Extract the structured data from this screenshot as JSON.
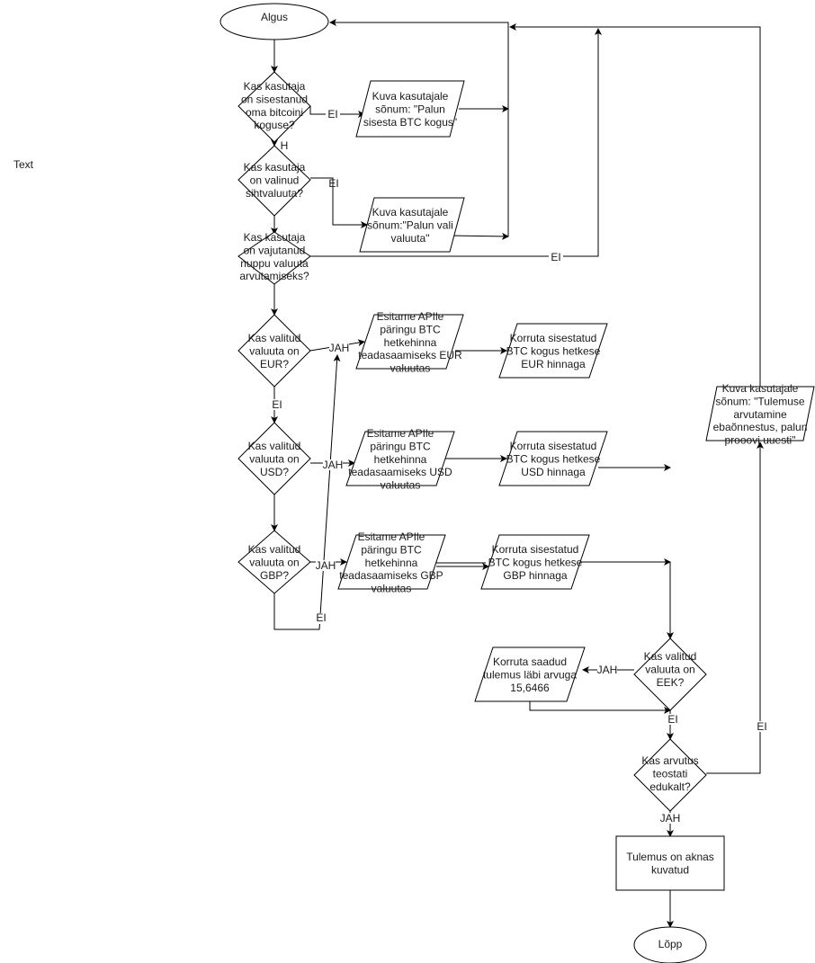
{
  "free_text": "Text",
  "nodes": {
    "start": {
      "lines": [
        "Algus"
      ]
    },
    "d_amount": {
      "lines": [
        "Kas kasutaja",
        "on sisestanud",
        "oma bitcoini",
        "koguse?"
      ]
    },
    "p_amount_msg": {
      "lines": [
        "Kuva kasutajale",
        "sõnum: \"Palun",
        "sisesta BTC kogus\""
      ]
    },
    "d_currency": {
      "lines": [
        "Kas kasutaja",
        "on valinud",
        "sihtvaluuta?"
      ]
    },
    "p_currency_msg": {
      "lines": [
        "Kuva kasutajale",
        "sõnum:\"Palun vali",
        "valuuta\""
      ]
    },
    "d_button": {
      "lines": [
        "Kas kasutaja",
        "on vajutanud",
        "nuppu valuuta",
        "arvutamiseks?"
      ]
    },
    "d_eur": {
      "lines": [
        "Kas valitud",
        "valuuta on",
        "EUR?"
      ]
    },
    "p_api_eur": {
      "lines": [
        "Esitame APIle",
        "päringu BTC",
        "hetkehinna",
        "teadasaamiseks EUR",
        "valuutas"
      ]
    },
    "p_mul_eur": {
      "lines": [
        "Korruta sisestatud",
        "BTC kogus hetkese",
        "EUR hinnaga"
      ]
    },
    "d_usd": {
      "lines": [
        "Kas valitud",
        "valuuta on",
        "USD?"
      ]
    },
    "p_api_usd": {
      "lines": [
        "Esitame APIle",
        "päringu BTC",
        "hetkehinna",
        "teadasaamiseks USD",
        "valuutas"
      ]
    },
    "p_mul_usd": {
      "lines": [
        "Korruta sisestatud",
        "BTC kogus hetkese",
        "USD hinnaga"
      ]
    },
    "d_gbp": {
      "lines": [
        "Kas valitud",
        "valuuta on",
        "GBP?"
      ]
    },
    "p_api_gbp": {
      "lines": [
        "Esitame APIle",
        "päringu BTC",
        "hetkehinna",
        "teadasaamiseks GBP",
        "valuutas"
      ]
    },
    "p_mul_gbp": {
      "lines": [
        "Korruta sisestatud",
        "BTC kogus hetkese",
        "GBP hinnaga"
      ]
    },
    "d_eek": {
      "lines": [
        "Kas valitud",
        "valuuta on",
        "EEK?"
      ]
    },
    "p_eek": {
      "lines": [
        "Korruta saadud",
        "tulemus läbi arvuga",
        "15,6466"
      ]
    },
    "d_success": {
      "lines": [
        "Kas arvutus",
        "teostati",
        "edukalt?"
      ]
    },
    "p_fail_msg": {
      "lines": [
        "Kuva kasutajale",
        "sõnum: \"Tulemuse",
        "arvutamine",
        "ebaõnnestus, palun",
        "prooovi uuesti\""
      ]
    },
    "r_result": {
      "lines": [
        "Tulemus on aknas",
        "kuvatud"
      ]
    },
    "end": {
      "lines": [
        "Lõpp"
      ]
    }
  },
  "edge_labels": {
    "amount_no": "EI",
    "amount_yes": "H",
    "currency_no": "EI",
    "button_no": "EI",
    "eur_yes": "JAH",
    "eur_no": "EI",
    "usd_yes": "JAH",
    "gbp_yes": "JAH",
    "gbp_no": "EI",
    "eek_yes": "JAH",
    "eek_no": "EI",
    "success_no": "EI",
    "success_yes": "JAH"
  }
}
